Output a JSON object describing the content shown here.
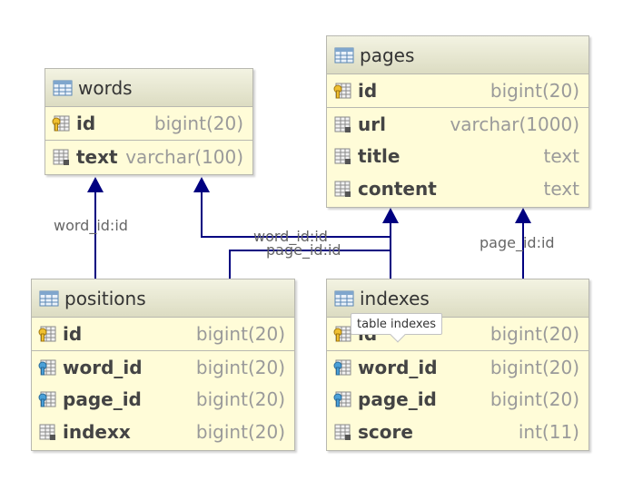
{
  "tables": {
    "words": {
      "name": "words",
      "columns": [
        {
          "name": "id",
          "type": "bigint(20)"
        },
        {
          "name": "text",
          "type": "varchar(100)"
        }
      ]
    },
    "pages": {
      "name": "pages",
      "columns": [
        {
          "name": "id",
          "type": "bigint(20)"
        },
        {
          "name": "url",
          "type": "varchar(1000)"
        },
        {
          "name": "title",
          "type": "text"
        },
        {
          "name": "content",
          "type": "text"
        }
      ]
    },
    "positions": {
      "name": "positions",
      "columns": [
        {
          "name": "id",
          "type": "bigint(20)"
        },
        {
          "name": "word_id",
          "type": "bigint(20)"
        },
        {
          "name": "page_id",
          "type": "bigint(20)"
        },
        {
          "name": "indexx",
          "type": "bigint(20)"
        }
      ]
    },
    "indexes": {
      "name": "indexes",
      "columns": [
        {
          "name": "id",
          "type": "bigint(20)"
        },
        {
          "name": "word_id",
          "type": "bigint(20)"
        },
        {
          "name": "page_id",
          "type": "bigint(20)"
        },
        {
          "name": "score",
          "type": "int(11)"
        }
      ]
    }
  },
  "relations": {
    "positions_word": "word_id:id",
    "indexes_word": "word_id:id",
    "positions_page": "page_id:id",
    "indexes_page": "page_id:id"
  },
  "tooltip": "table indexes",
  "colors": {
    "line": "#000080",
    "header_bg": "#e6e6d0",
    "body_bg": "#fffcd8",
    "type_text": "#9a9a9a"
  }
}
